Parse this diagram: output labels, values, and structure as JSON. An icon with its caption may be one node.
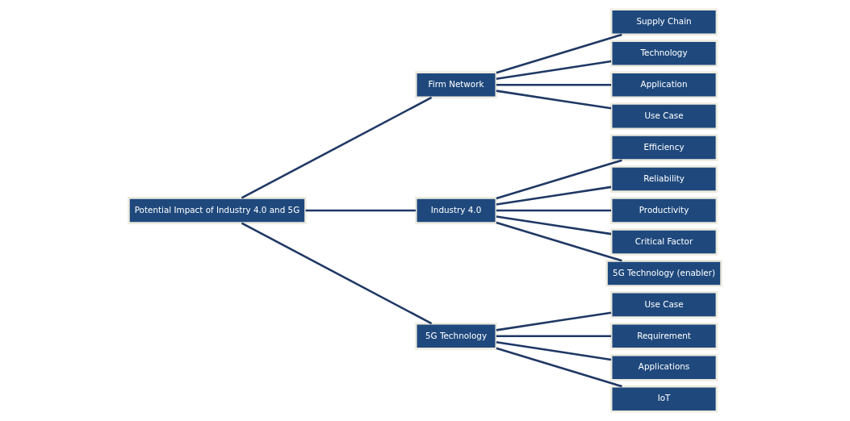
{
  "diagram": {
    "nodes": [
      {
        "text": [
          "Potential Impact of Industry 4.0 and 5G"
        ]
      },
      {
        "text": [
          "Firm Network"
        ]
      },
      {
        "text": [
          "Supply Chain"
        ]
      },
      {
        "text": [
          "Technology"
        ]
      },
      {
        "text": [
          "Application"
        ]
      },
      {
        "text": [
          "Use Case"
        ]
      },
      {
        "text": [
          "Industry 4.0"
        ]
      },
      {
        "text": [
          "Efficiency"
        ]
      },
      {
        "text": [
          "Reliability"
        ]
      },
      {
        "text": [
          "Productivity"
        ]
      },
      {
        "text": [
          "Critical Factor"
        ]
      },
      {
        "text": [
          "5G Technology (enabler)"
        ]
      },
      {
        "text": [
          "5G Technology"
        ]
      },
      {
        "text": [
          "Use Case"
        ]
      },
      {
        "text": [
          "Requirement"
        ]
      },
      {
        "text": [
          "Applications"
        ]
      },
      {
        "text": [
          "IoT"
        ]
      }
    ],
    "edges": [
      {
        "from": 0,
        "to": 1,
        "arrow": "none"
      },
      {
        "from": 0,
        "to": 6,
        "arrow": "none"
      },
      {
        "from": 0,
        "to": 12,
        "arrow": "none"
      },
      {
        "from": 1,
        "to": 2,
        "arrow": "none"
      },
      {
        "from": 1,
        "to": 3,
        "arrow": "none"
      },
      {
        "from": 1,
        "to": 4,
        "arrow": "none"
      },
      {
        "from": 1,
        "to": 5,
        "arrow": "none"
      },
      {
        "from": 6,
        "to": 7,
        "arrow": "none"
      },
      {
        "from": 6,
        "to": 8,
        "arrow": "none"
      },
      {
        "from": 6,
        "to": 9,
        "arrow": "none"
      },
      {
        "from": 6,
        "to": 10,
        "arrow": "none"
      },
      {
        "from": 6,
        "to": 11,
        "arrow": "none"
      },
      {
        "from": 12,
        "to": 13,
        "arrow": "none"
      },
      {
        "from": 12,
        "to": 14,
        "arrow": "none"
      },
      {
        "from": 12,
        "to": 15,
        "arrow": "none"
      },
      {
        "from": 12,
        "to": 16,
        "arrow": "none"
      }
    ]
  }
}
